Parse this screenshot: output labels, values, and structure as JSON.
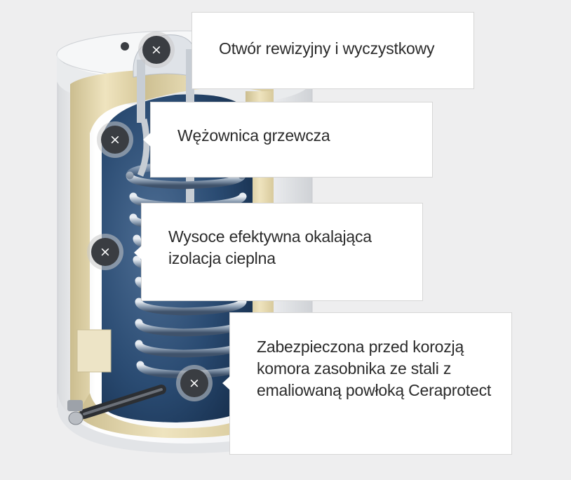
{
  "hotspots": [
    {
      "label": "Otwór rewizyjny i wyczystkowy",
      "icon": "close-icon",
      "glyph": "×"
    },
    {
      "label": "Wężownica grzewcza",
      "icon": "close-icon",
      "glyph": "×"
    },
    {
      "label": "Wysoce efektywna okalająca izolacja cieplna",
      "icon": "close-icon",
      "glyph": "×"
    },
    {
      "label": "Zabezpieczona przed korozją komora zasobnika ze stali z emaliowaną powłoką Ceraprotect",
      "icon": "close-icon",
      "glyph": "×"
    }
  ],
  "colors": {
    "background": "#eeeeef",
    "insulation": "#e6d9ae",
    "tank_interior": "#1f3e64",
    "marker": "#3a3d42",
    "casing": "#f4f5f6"
  }
}
